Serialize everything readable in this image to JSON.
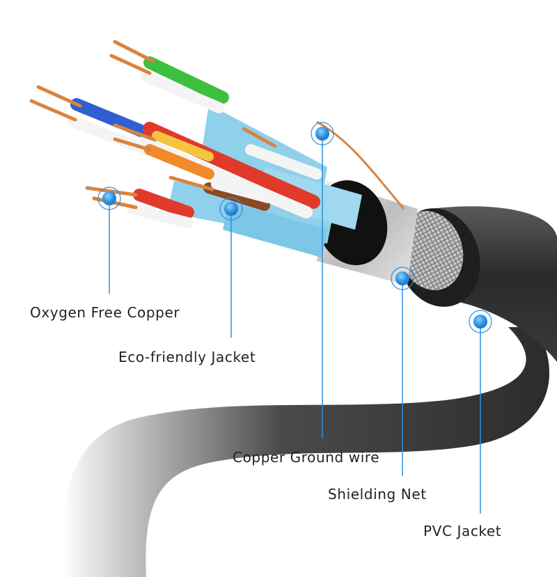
{
  "diagram": {
    "callouts": [
      {
        "id": "oxygen-free-copper",
        "label": "Oxygen Free Copper"
      },
      {
        "id": "eco-friendly-jacket",
        "label": "Eco-friendly Jacket"
      },
      {
        "id": "copper-ground-wire",
        "label": "Copper Ground wire"
      },
      {
        "id": "shielding-net",
        "label": "Shielding Net"
      },
      {
        "id": "pvc-jacket",
        "label": "PVC Jacket"
      }
    ],
    "colors": {
      "copper": "#d9833f",
      "foil": "#8fd0ea",
      "jacket": "#2f2f2f",
      "pointer": "#2a8fe0"
    }
  }
}
